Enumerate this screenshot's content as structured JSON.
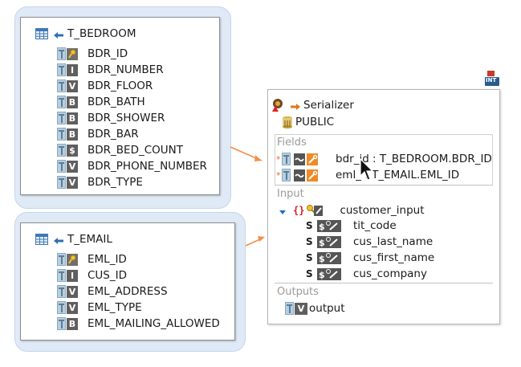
{
  "colors": {
    "halo": "#dfeaf6",
    "connector": "#f0904a",
    "type_badge": "#5f5f5f",
    "wrench_badge": "#f08a24",
    "section_label": "#9a9a9a",
    "expand_arrow": "#1f6fbf",
    "braces": "#d11f1f"
  },
  "tables": [
    {
      "name": "T_BEDROOM",
      "icon": "table-grid-icon",
      "columns": [
        {
          "name": "BDR_ID",
          "type_badge": "key"
        },
        {
          "name": "BDR_NUMBER",
          "type_badge": "I"
        },
        {
          "name": "BDR_FLOOR",
          "type_badge": "V"
        },
        {
          "name": "BDR_BATH",
          "type_badge": "B"
        },
        {
          "name": "BDR_SHOWER",
          "type_badge": "B"
        },
        {
          "name": "BDR_BAR",
          "type_badge": "B"
        },
        {
          "name": "BDR_BED_COUNT",
          "type_badge": "$"
        },
        {
          "name": "BDR_PHONE_NUMBER",
          "type_badge": "V"
        },
        {
          "name": "BDR_TYPE",
          "type_badge": "V"
        }
      ]
    },
    {
      "name": "T_EMAIL",
      "icon": "table-grid-icon",
      "columns": [
        {
          "name": "EML_ID",
          "type_badge": "key"
        },
        {
          "name": "CUS_ID",
          "type_badge": "I"
        },
        {
          "name": "EML_ADDRESS",
          "type_badge": "V"
        },
        {
          "name": "EML_TYPE",
          "type_badge": "V"
        },
        {
          "name": "EML_MAILING_ALLOWED",
          "type_badge": "B"
        }
      ]
    }
  ],
  "serializer": {
    "title": "Serializer",
    "schema": "PUBLIC",
    "corner_badge": "INT",
    "fields_label": "Fields",
    "fields": [
      {
        "name": "bdr_id",
        "binding": "T_BEDROOM.BDR_ID"
      },
      {
        "name": "eml_",
        "binding": "T_EMAIL.EML_ID"
      }
    ],
    "input_label": "Input",
    "input_root": "customer_input",
    "input_items": [
      {
        "marker": "S",
        "name": "tit_code"
      },
      {
        "marker": "S",
        "name": "cus_last_name"
      },
      {
        "marker": "S",
        "name": "cus_first_name"
      },
      {
        "marker": "S",
        "name": "cus_company"
      }
    ],
    "outputs_label": "Outputs",
    "output_badge": "V",
    "output_name": "output"
  }
}
